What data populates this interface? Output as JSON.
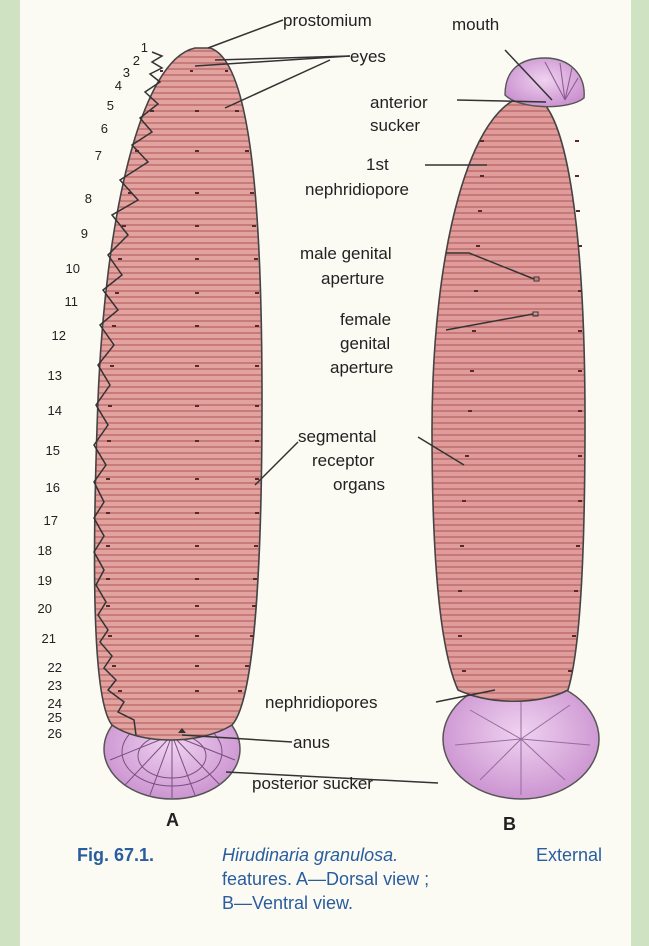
{
  "labels": {
    "prostomium": "prostomium",
    "eyes": "eyes",
    "mouth": "mouth",
    "anterior_sucker": [
      "anterior",
      "sucker"
    ],
    "first_nephridiopore": [
      "1st",
      "nephridiopore"
    ],
    "male_genital_aperture": [
      "male genital",
      "aperture"
    ],
    "female_genital_aperture": [
      "female",
      "genital",
      "aperture"
    ],
    "segmental_receptor_organs": [
      "segmental",
      "receptor",
      "organs"
    ],
    "nephridiopores": "nephridiopores",
    "anus": "anus",
    "posterior_sucker": "posterior sucker"
  },
  "segment_numbers": [
    "1",
    "2",
    "3",
    "4",
    "5",
    "6",
    "7",
    "8",
    "9",
    "10",
    "11",
    "12",
    "13",
    "14",
    "15",
    "16",
    "17",
    "18",
    "19",
    "20",
    "21",
    "22",
    "23",
    "24",
    "25",
    "26"
  ],
  "views": {
    "a": "A",
    "b": "B"
  },
  "caption": {
    "fig_number": "Fig. 67.1.",
    "species": "Hirudinaria granulosa.",
    "line1_rest": "External",
    "line2": "features. A—Dorsal view ;",
    "line3": "B—Ventral view."
  },
  "colors": {
    "body": "#d98a8a",
    "body_stripe": "#c06a6a",
    "sucker": "#d8a6dc",
    "caption": "#2a5d9f",
    "background": "#cfe3c2"
  }
}
